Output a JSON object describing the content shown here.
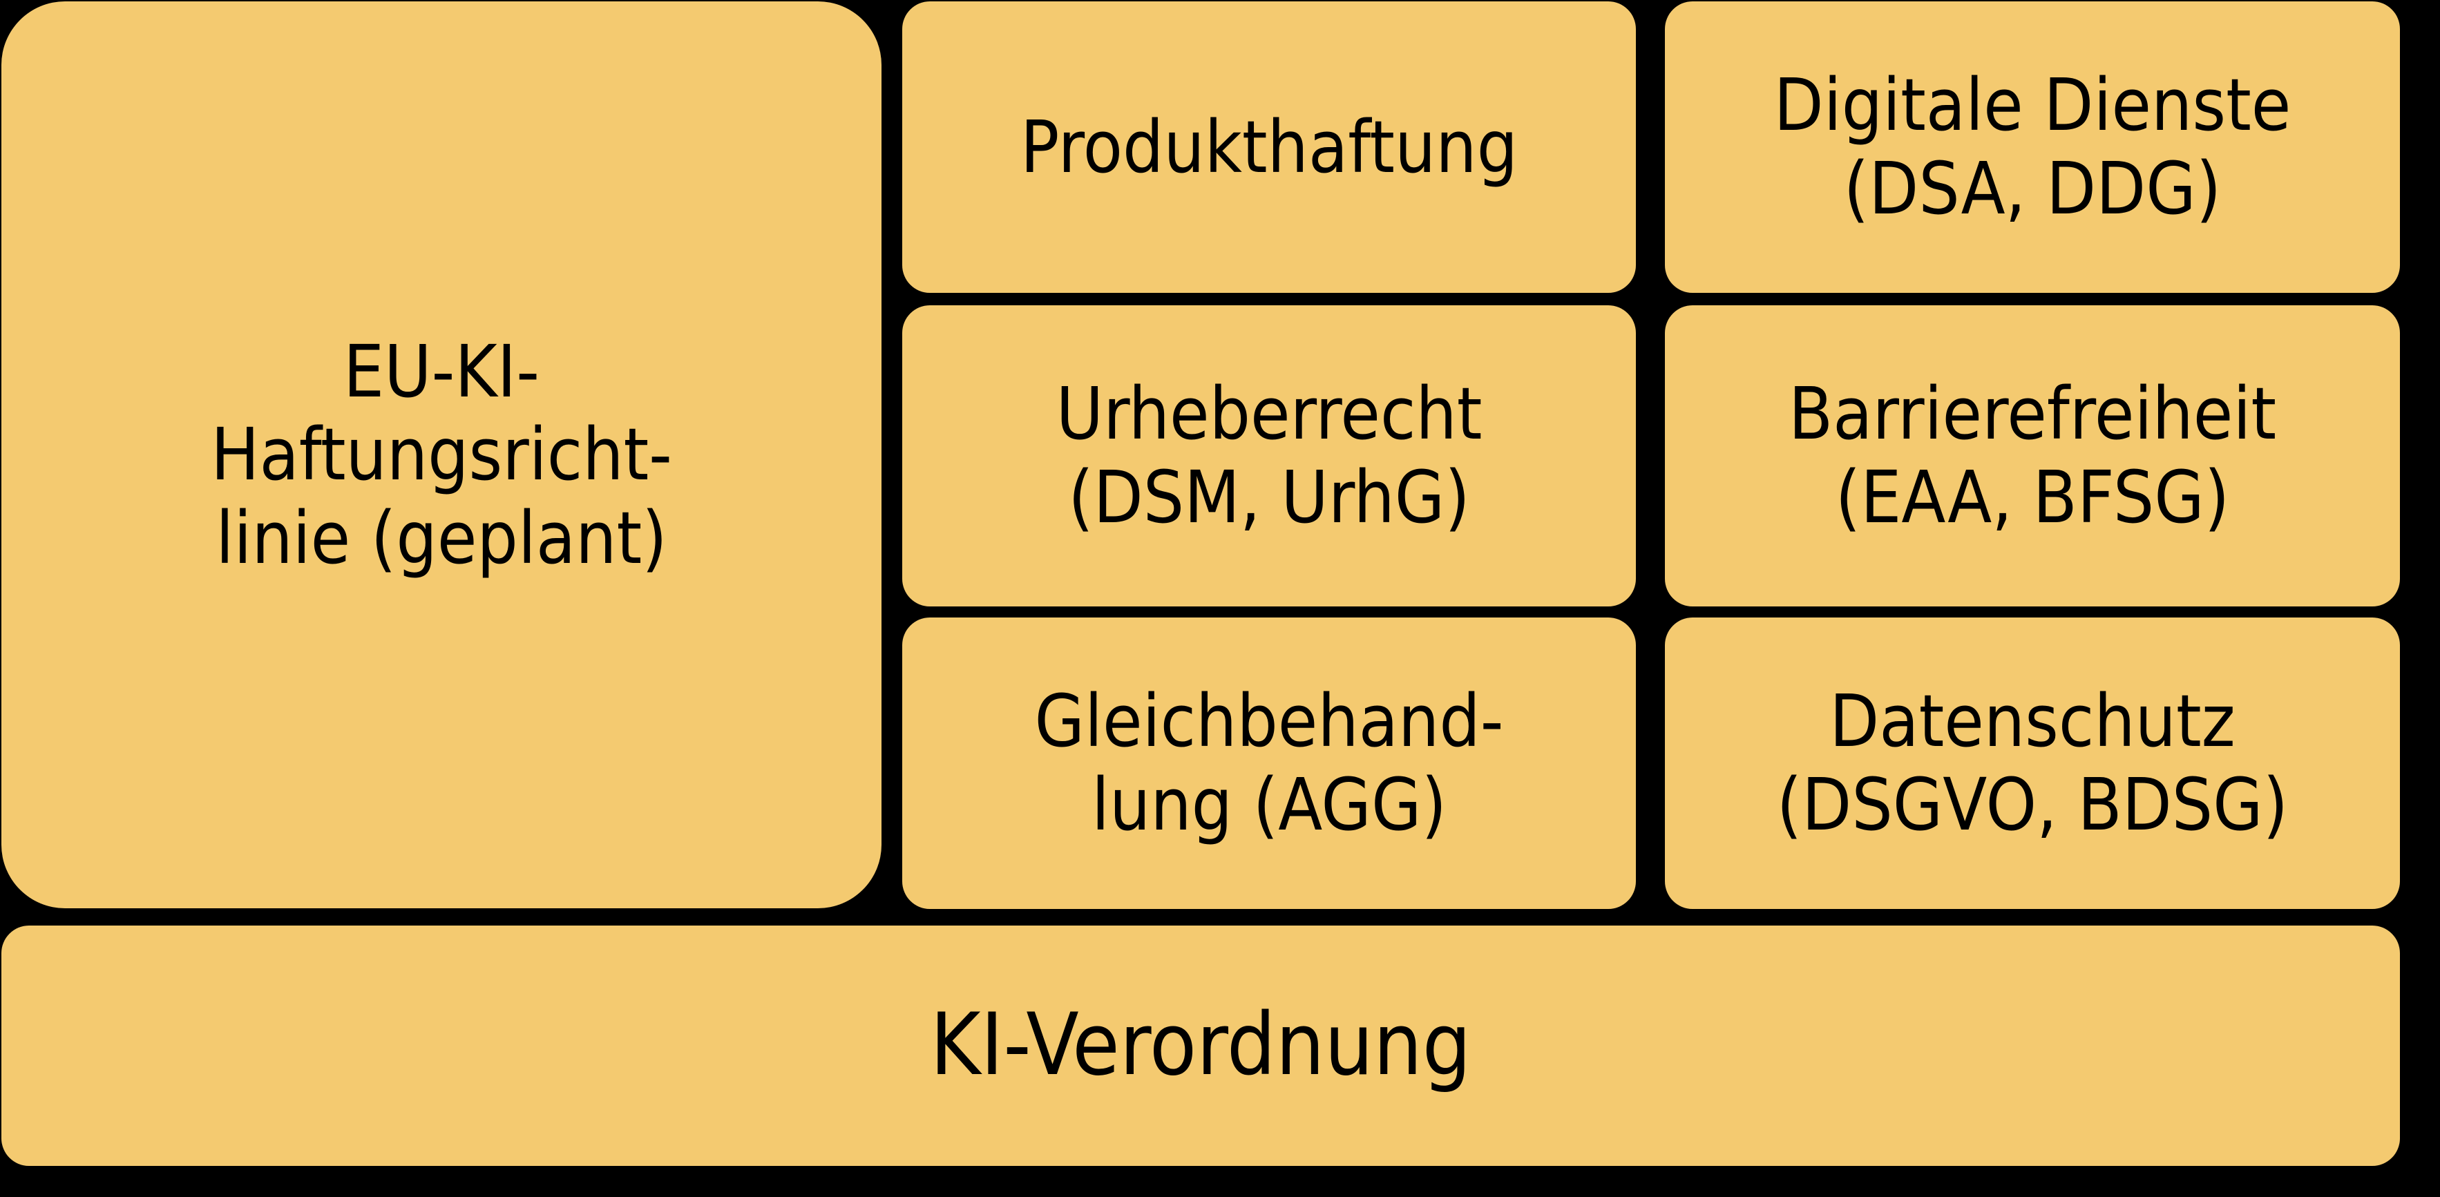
{
  "diagram": {
    "title": "KI-Recht Rahmen",
    "palette": {
      "box_fill": "#F4CA70",
      "background": "#000000",
      "text": "#000000"
    },
    "boxes": {
      "eu_liability": {
        "label": "EU-KI-\nHaftungsricht-\nlinie (geplant)",
        "name": "eu-ki-haftungsrichtlinie"
      },
      "product_liability": {
        "label": "Produkthaftung",
        "name": "produkthaftung"
      },
      "copyright": {
        "label": "Urheberrecht\n(DSM, UrhG)",
        "name": "urheberrecht"
      },
      "equal_treatment": {
        "label": "Gleichbehand-\nlung (AGG)",
        "name": "gleichbehandlung"
      },
      "digital_services": {
        "label": "Digitale Dienste\n(DSA, DDG)",
        "name": "digitale-dienste"
      },
      "accessibility": {
        "label": "Barrierefreiheit\n(EAA, BFSG)",
        "name": "barrierefreiheit"
      },
      "data_protection": {
        "label": "Datenschutz\n(DSGVO, BDSG)",
        "name": "datenschutz"
      },
      "ai_act": {
        "label": "KI-Verordnung",
        "name": "ki-verordnung"
      }
    }
  }
}
